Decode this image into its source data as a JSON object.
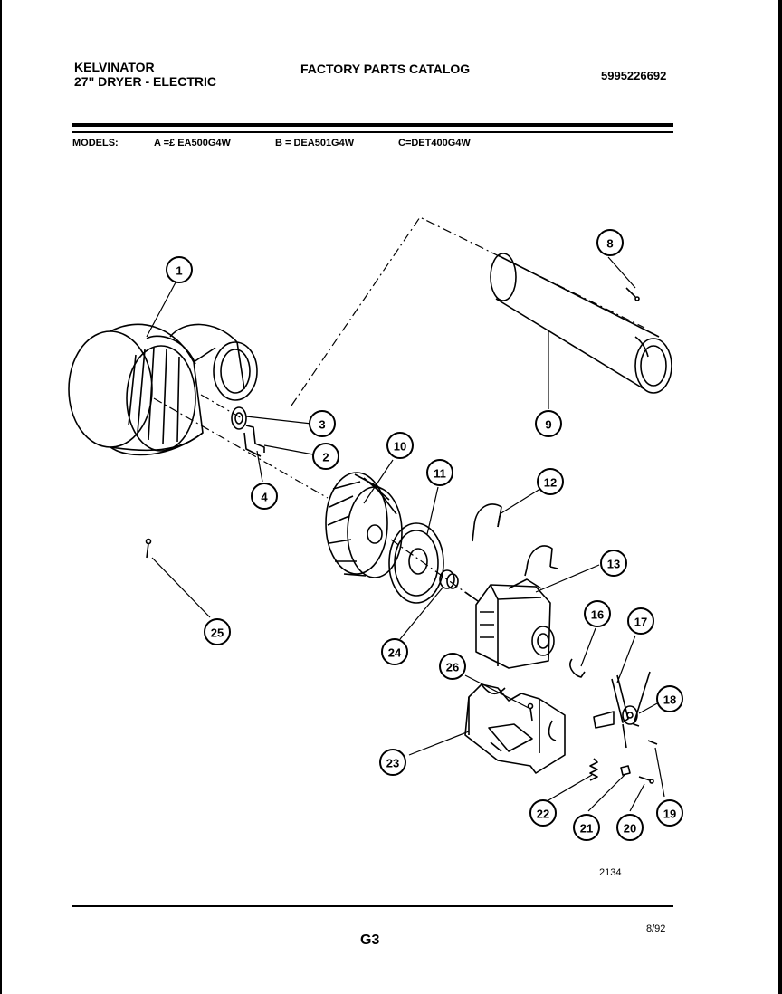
{
  "header": {
    "brand": "KELVINATOR",
    "product": "27\" DRYER - ELECTRIC",
    "catalog_title": "FACTORY PARTS CATALOG",
    "catalog_number": "5995226692"
  },
  "models": {
    "label": "MODELS:",
    "a": "A =£ EA500G4W",
    "b": "B = DEA501G4W",
    "c": "C=DET400G4W"
  },
  "callouts": [
    "1",
    "2",
    "3",
    "4",
    "8",
    "9",
    "10",
    "11",
    "12",
    "13",
    "16",
    "17",
    "18",
    "19",
    "20",
    "21",
    "22",
    "23",
    "24",
    "25",
    "26"
  ],
  "footer": {
    "drawing_number": "2134",
    "page_code": "G3",
    "date": "8/92"
  }
}
